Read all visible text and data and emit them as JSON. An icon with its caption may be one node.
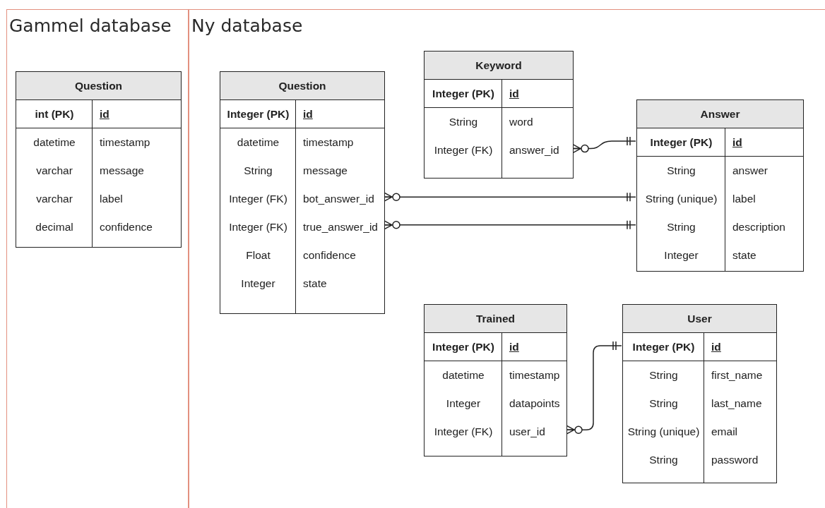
{
  "diagram": {
    "nodes": [
      {
        "text": [
          "Gammel database"
        ]
      },
      {
        "text": [
          "Question",
          "int (PK)",
          "id",
          "datetime",
          "timestamp",
          "varchar",
          "message",
          "varchar",
          "label",
          "decimal",
          "confidence"
        ],
        "in": 0
      },
      {
        "text": [
          "Ny database"
        ]
      },
      {
        "text": [
          "Question",
          "Integer (PK)",
          "id",
          "datetime",
          "timestamp",
          "String",
          "message",
          "Integer (FK)",
          "bot_answer_id",
          "Integer (FK)",
          "true_answer_id",
          "Float",
          "confidence",
          "Integer",
          "state"
        ],
        "in": 2
      },
      {
        "text": [
          "Keyword",
          "Integer (PK)",
          "id",
          "String",
          "word",
          "Integer (FK)",
          "answer_id"
        ],
        "in": 2
      },
      {
        "text": [
          "Answer",
          "Integer (PK)",
          "id",
          "String",
          "answer",
          "String (unique)",
          "label",
          "String",
          "description",
          "Integer",
          "state"
        ],
        "in": 2
      },
      {
        "text": [
          "Trained",
          "Integer (PK)",
          "id",
          "datetime",
          "timestamp",
          "Integer",
          "datapoints",
          "Integer (FK)",
          "user_id"
        ],
        "in": 2
      },
      {
        "text": [
          "User",
          "Integer (PK)",
          "id",
          "String",
          "first_name",
          "String",
          "last_name",
          "String (unique)",
          "email",
          "String",
          "password"
        ],
        "in": 2
      }
    ],
    "edges": [
      {
        "from": 4,
        "to": 5,
        "arrow": "other"
      },
      {
        "from": 3,
        "to": 5,
        "arrow": "other"
      },
      {
        "from": 3,
        "to": 5,
        "arrow": "other"
      },
      {
        "from": 6,
        "to": 7,
        "arrow": "other"
      }
    ]
  }
}
